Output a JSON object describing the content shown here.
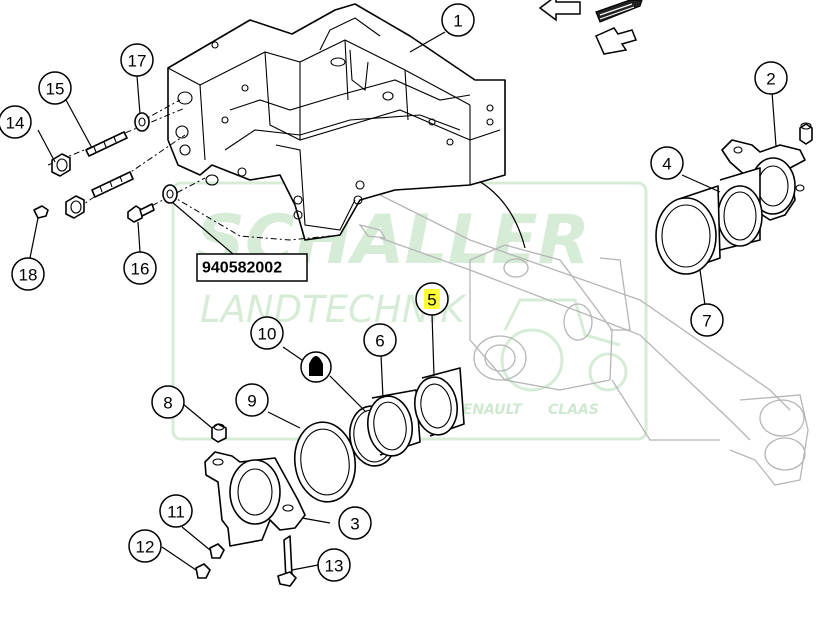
{
  "part_number": "940582002",
  "highlighted_callout": "5",
  "highlight_color": "#ffff33",
  "watermark": {
    "brand": "SCHALLER",
    "line2": "LANDTECHNIK",
    "renault": "RENAULT",
    "claas": "CLAAS",
    "color": "#d6ecd7"
  },
  "callouts": [
    {
      "label": "1"
    },
    {
      "label": "2"
    },
    {
      "label": "3"
    },
    {
      "label": "4"
    },
    {
      "label": "5"
    },
    {
      "label": "6"
    },
    {
      "label": "7"
    },
    {
      "label": "8"
    },
    {
      "label": "9"
    },
    {
      "label": "10"
    },
    {
      "label": "11"
    },
    {
      "label": "12"
    },
    {
      "label": "13"
    },
    {
      "label": "14"
    },
    {
      "label": "15"
    },
    {
      "label": "16"
    },
    {
      "label": "17"
    },
    {
      "label": "18"
    }
  ],
  "nav_icons": [
    "arrow-back-icon",
    "arrow-forward-icon",
    "arrow-exploded-icon"
  ]
}
